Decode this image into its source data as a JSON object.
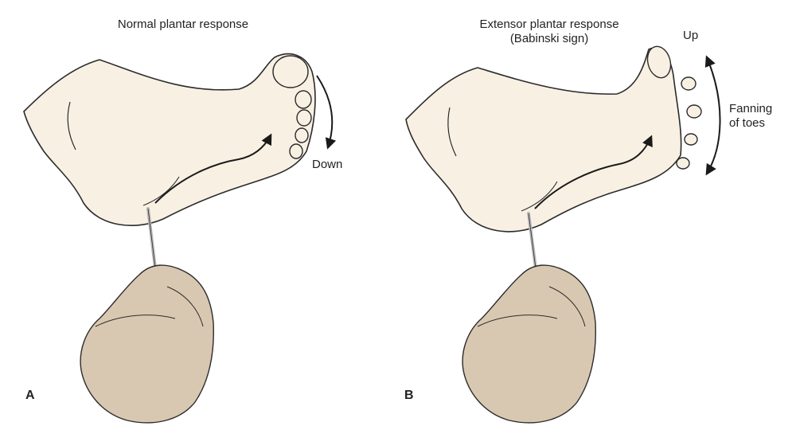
{
  "panels": [
    {
      "letter": "A",
      "title": "Normal plantar response",
      "direction_label": "Down"
    },
    {
      "letter": "B",
      "title_line1": "Extensor plantar response",
      "title_line2": "(Babinski sign)",
      "direction_label": "Up",
      "fanning_line1": "Fanning",
      "fanning_line2": "of toes"
    }
  ],
  "colors": {
    "skin": "#f8f1e3",
    "hand": "#d9c8b1",
    "outline": "#2b2b2b",
    "arrow": "#1a1a1a",
    "instrument": "#b8b8b8"
  }
}
